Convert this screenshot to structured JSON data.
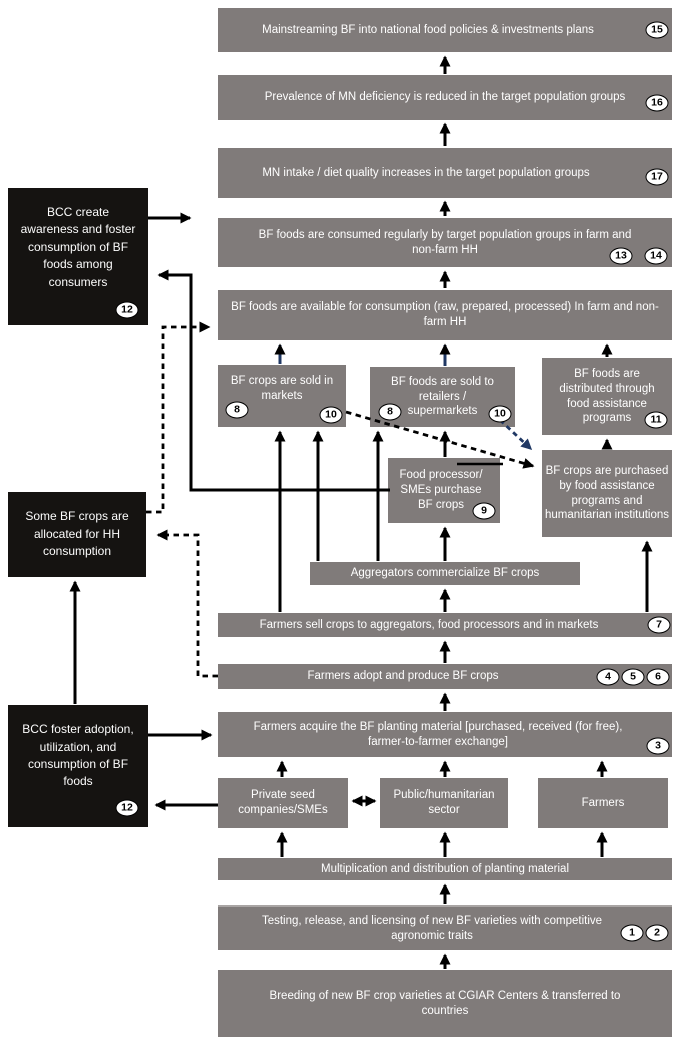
{
  "nodes": {
    "mainstreaming": {
      "text": "Mainstreaming BF into national food policies & investments plans",
      "badges": [
        "15"
      ]
    },
    "prevalence": {
      "text": "Prevalence of MN deficiency is reduced in the target population groups",
      "badges": [
        "16"
      ]
    },
    "mn_intake": {
      "text": "MN intake / diet quality increases in the target population groups",
      "badges": [
        "17"
      ]
    },
    "consumed": {
      "text": "BF foods are consumed regularly by target population groups in farm and non-farm HH",
      "badges": [
        "13",
        "14"
      ]
    },
    "available": {
      "text": "BF foods are available for consumption (raw, prepared, processed) In farm and non-farm HH"
    },
    "sold_markets": {
      "text": "BF crops are sold in markets",
      "badges": [
        "8",
        "10"
      ]
    },
    "sold_retailers": {
      "text": "BF foods are sold to retailers / supermarkets",
      "badges": [
        "8",
        "10"
      ]
    },
    "distributed": {
      "text": "BF foods are distributed through food assistance programs",
      "badges": [
        "11"
      ]
    },
    "processor": {
      "text": "Food processor/ SMEs purchase BF crops",
      "badges": [
        "9"
      ]
    },
    "purchased": {
      "text": "BF crops are purchased by food assistance programs and humanitarian institutions"
    },
    "aggregators": {
      "text": "Aggregators commercialize BF crops"
    },
    "farmers_sell": {
      "text": "Farmers sell crops to aggregators, food processors and in markets",
      "badges": [
        "7"
      ]
    },
    "farmers_adopt": {
      "text": "Farmers adopt and produce BF crops",
      "badges": [
        "4",
        "5",
        "6"
      ]
    },
    "farmers_acquire": {
      "text": "Farmers acquire the BF planting material [purchased, received (for free), farmer-to-farmer exchange]",
      "badges": [
        "3"
      ]
    },
    "private_seed": {
      "text": "Private seed companies/SMEs"
    },
    "public_sector": {
      "text": "Public/humanitarian sector"
    },
    "farmers": {
      "text": "Farmers"
    },
    "multiplication": {
      "text": "Multiplication and distribution of planting material"
    },
    "testing": {
      "text": "Testing, release, and licensing of new BF varieties with competitive agronomic traits",
      "badges": [
        "1",
        "2"
      ]
    },
    "breeding": {
      "text": "Breeding of new BF crop varieties at CGIAR Centers & transferred to countries"
    },
    "bcc_awareness": {
      "text": "BCC create awareness and foster consumption of BF foods among consumers",
      "badges": [
        "12"
      ]
    },
    "hh_allocation": {
      "text": "Some BF crops are allocated for HH consumption"
    },
    "bcc_foster": {
      "text": "BCC foster adoption, utilization, and consumption of BF foods",
      "badges": [
        "12"
      ]
    }
  },
  "colors": {
    "box_gray": "#807b7a",
    "box_black": "#151311",
    "text_white": "#ffffff",
    "line_black": "#000000",
    "line_navy": "#203864",
    "badge_bg": "#ffffff"
  }
}
